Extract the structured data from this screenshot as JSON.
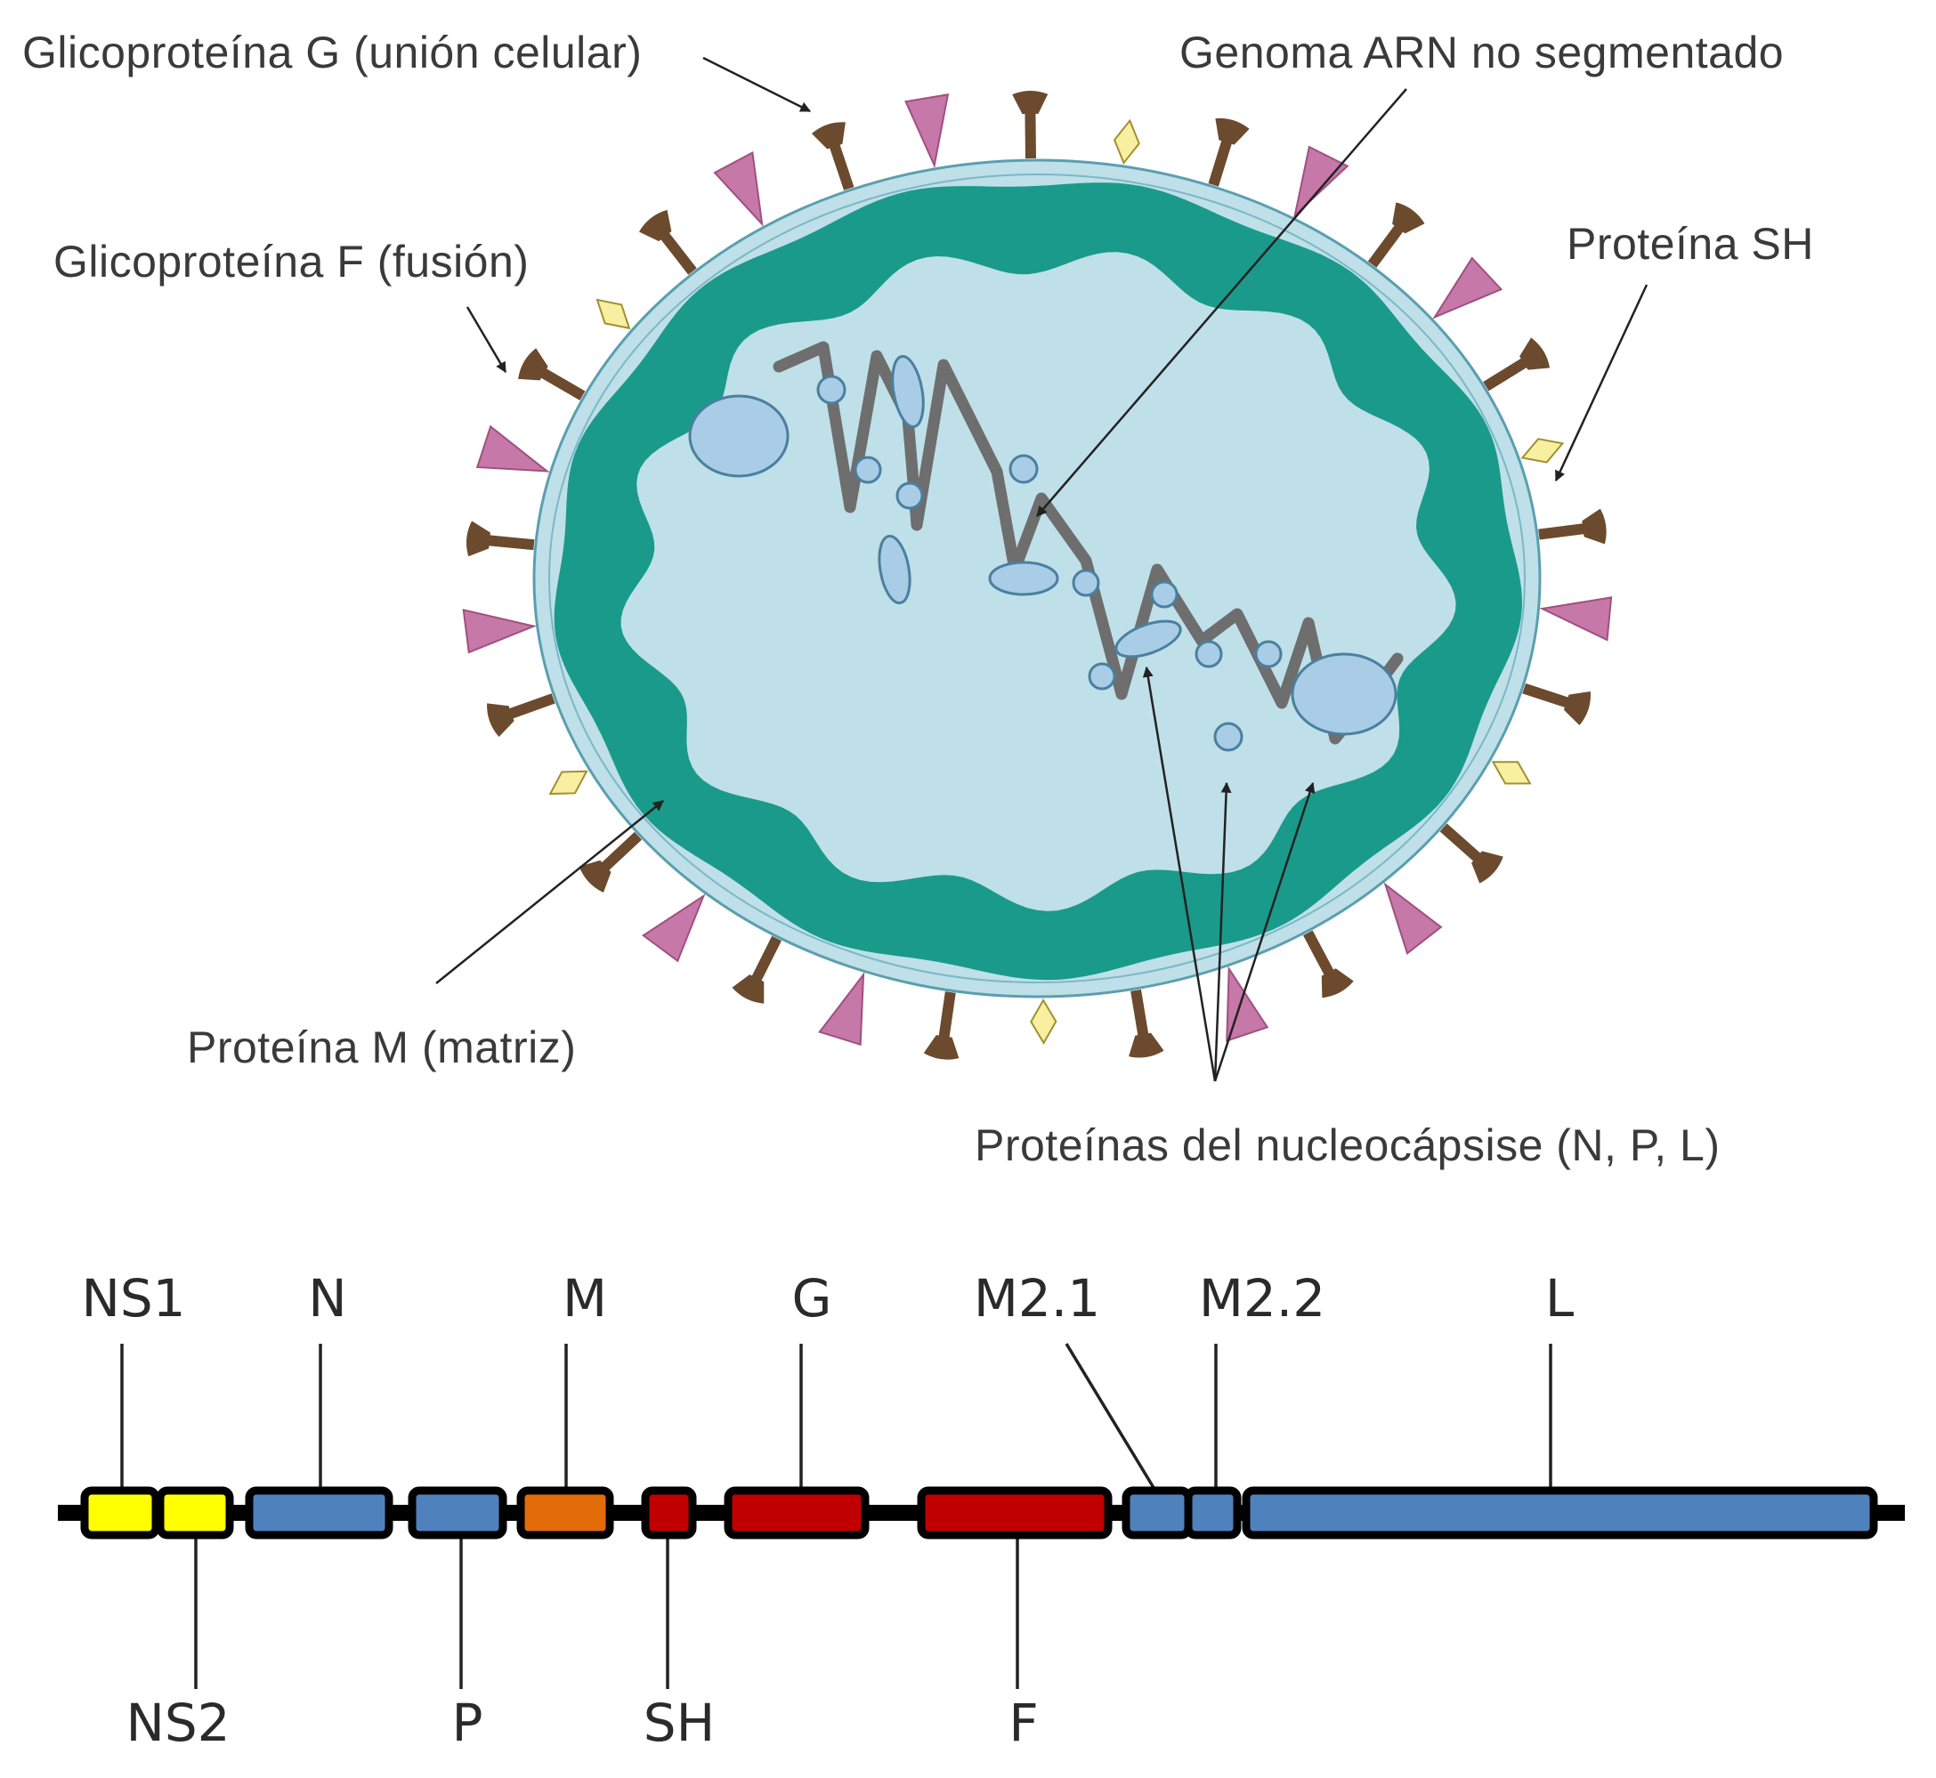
{
  "virion": {
    "labels": {
      "glycoprotein_g": "Glicoproteína  G (unión celular)",
      "genome": "Genoma ARN no segmentado",
      "glycoprotein_f": "Glicoproteína  F (fusión)",
      "protein_sh": "Proteína  SH",
      "protein_m": "Proteína  M (matriz)",
      "nucleocapsid": "Proteínas  del nucleocápsise (N, P, L)"
    }
  },
  "genome_map": {
    "genes": [
      {
        "id": "ns1",
        "label": "NS1",
        "color": "#ffff00"
      },
      {
        "id": "ns2",
        "label": "NS2",
        "color": "#ffff00"
      },
      {
        "id": "n",
        "label": "N",
        "color": "#4f81bd"
      },
      {
        "id": "p",
        "label": "P",
        "color": "#4f81bd"
      },
      {
        "id": "m",
        "label": "M",
        "color": "#e36c0a"
      },
      {
        "id": "sh",
        "label": "SH",
        "color": "#c00000"
      },
      {
        "id": "g",
        "label": "G",
        "color": "#c00000"
      },
      {
        "id": "f",
        "label": "F",
        "color": "#c00000"
      },
      {
        "id": "m21",
        "label": "M2.1",
        "color": "#4f81bd"
      },
      {
        "id": "m22",
        "label": "M2.2",
        "color": "#4f81bd"
      },
      {
        "id": "l",
        "label": "L",
        "color": "#4f81bd"
      }
    ]
  },
  "colors": {
    "matrix": "#1a9a8a",
    "membrane": "#bfe0e8",
    "g_protein": "#c678a8",
    "f_protein": "#6b4a2e",
    "sh_protein": "#f8f0a0",
    "rna": "#6e6e6e",
    "nucleocapsid_protein": "#a9cde6"
  }
}
